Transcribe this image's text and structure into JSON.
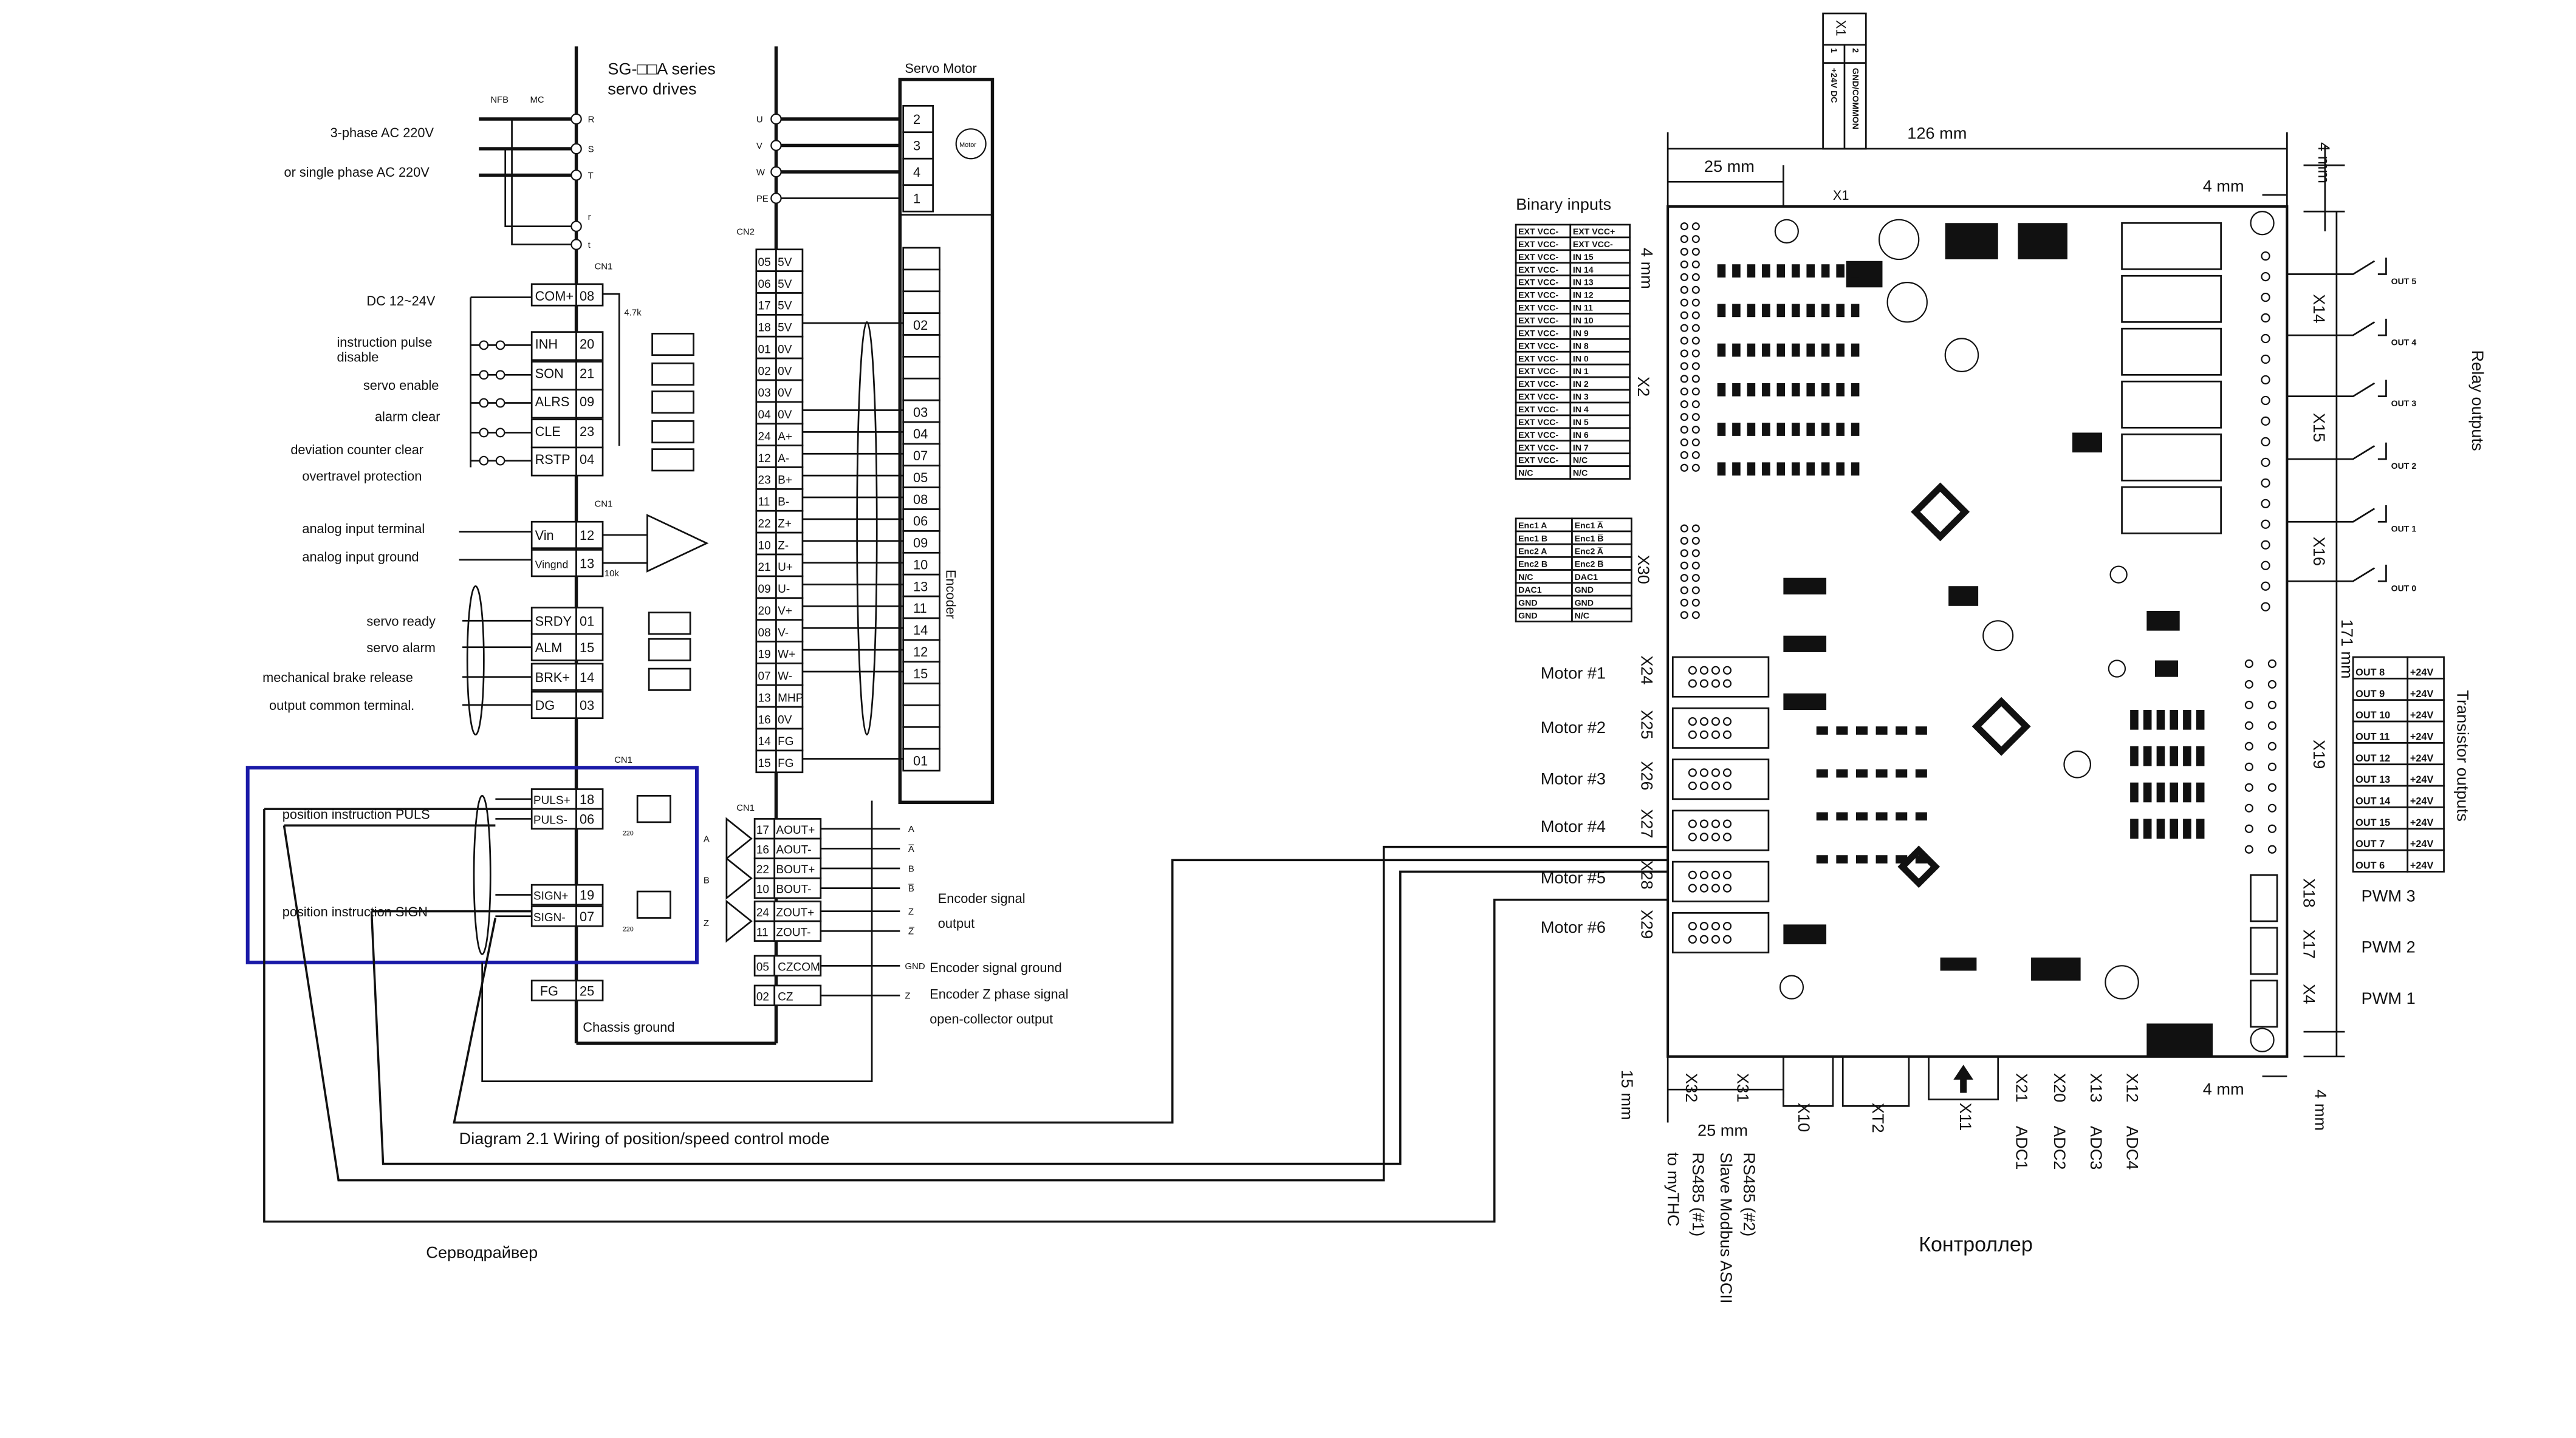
{
  "servo_drive": {
    "title_line1": "SG-□□A series",
    "title_line2": "servo drives",
    "power_label1": "3-phase AC 220V",
    "power_label2": "or single phase AC 220V",
    "nfb": "NFB",
    "mc": "MC",
    "terminals": [
      "R",
      "S",
      "T",
      "r",
      "t"
    ],
    "motor_terminals": [
      "U",
      "V",
      "W",
      "PE"
    ],
    "servo_motor_title": "Servo Motor",
    "motor_pins": [
      "2",
      "3",
      "4",
      "1"
    ],
    "motor_label": "Motor",
    "cn1": "CN1",
    "cn2": "CN2",
    "dc_label": "DC 12~24V",
    "resistor_47k": "4.7k",
    "inputs": [
      {
        "sig": "COM+",
        "pin": "08"
      },
      {
        "sig": "INH",
        "pin": "20"
      },
      {
        "sig": "SON",
        "pin": "21"
      },
      {
        "sig": "ALRS",
        "pin": "09"
      },
      {
        "sig": "CLE",
        "pin": "23"
      },
      {
        "sig": "RSTP",
        "pin": "04"
      }
    ],
    "input_labels": [
      "instruction pulse",
      "disable",
      "servo enable",
      "alarm clear",
      "deviation counter clear",
      "overtravel protection"
    ],
    "analog": [
      {
        "sig": "Vin",
        "pin": "12",
        "label": "analog input terminal"
      },
      {
        "sig": "Vingnd",
        "pin": "13",
        "label": "analog input ground"
      }
    ],
    "analog_resistor": "10k",
    "outputs": [
      {
        "sig": "SRDY",
        "pin": "01",
        "label": "servo ready"
      },
      {
        "sig": "ALM",
        "pin": "15",
        "label": "servo alarm"
      },
      {
        "sig": "BRK+",
        "pin": "14",
        "label": "mechanical brake release"
      },
      {
        "sig": "DG",
        "pin": "03",
        "label": "output common terminal."
      }
    ],
    "pulse": [
      {
        "sig": "PULS+",
        "pin": "18"
      },
      {
        "sig": "PULS-",
        "pin": "06"
      },
      {
        "sig": "SIGN+",
        "pin": "19"
      },
      {
        "sig": "SIGN-",
        "pin": "07"
      }
    ],
    "pulse_label": "position instruction PULS",
    "sign_label": "position instruction SIGN",
    "r220": "220",
    "fg": {
      "sig": "FG",
      "pin": "25"
    },
    "chassis_ground": "Chassis ground",
    "cn2_pins": [
      [
        "05",
        "5V"
      ],
      [
        "06",
        "5V"
      ],
      [
        "17",
        "5V"
      ],
      [
        "18",
        "5V"
      ],
      [
        "01",
        "0V"
      ],
      [
        "02",
        "0V"
      ],
      [
        "03",
        "0V"
      ],
      [
        "04",
        "0V"
      ],
      [
        "24",
        "A+"
      ],
      [
        "12",
        "A-"
      ],
      [
        "23",
        "B+"
      ],
      [
        "11",
        "B-"
      ],
      [
        "22",
        "Z+"
      ],
      [
        "10",
        "Z-"
      ],
      [
        "21",
        "U+"
      ],
      [
        "09",
        "U-"
      ],
      [
        "20",
        "V+"
      ],
      [
        "08",
        "V-"
      ],
      [
        "19",
        "W+"
      ],
      [
        "07",
        "W-"
      ],
      [
        "13",
        "MHP"
      ],
      [
        "16",
        "0V"
      ],
      [
        "14",
        "FG"
      ],
      [
        "15",
        "FG"
      ]
    ],
    "encoder_pins": [
      "",
      "",
      "",
      "02",
      "",
      "",
      "",
      "03",
      "04",
      "07",
      "05",
      "08",
      "06",
      "09",
      "10",
      "13",
      "11",
      "14",
      "12",
      "15",
      "",
      "",
      "",
      "01"
    ],
    "encoder_label": "Encoder",
    "enc_out": [
      {
        "pin": "17",
        "sig": "AOUT+",
        "out": "A"
      },
      {
        "pin": "16",
        "sig": "AOUT-",
        "out": "A̅"
      },
      {
        "pin": "22",
        "sig": "BOUT+",
        "out": "B"
      },
      {
        "pin": "10",
        "sig": "BOUT-",
        "out": "B̅"
      },
      {
        "pin": "24",
        "sig": "ZOUT+",
        "out": "Z"
      },
      {
        "pin": "11",
        "sig": "ZOUT-",
        "out": "Z̅"
      }
    ],
    "buffer_labels": [
      "A",
      "B",
      "Z"
    ],
    "czcom": {
      "pin": "05",
      "sig": "CZCOM",
      "out": "GND"
    },
    "cz": {
      "pin": "02",
      "sig": "CZ",
      "out": "Z"
    },
    "enc_signal_output": [
      "Encoder signal",
      "output"
    ],
    "enc_signal_ground": "Encoder signal ground",
    "enc_z": [
      "Encoder Z phase signal",
      "open-collector output"
    ],
    "caption": "Diagram 2.1 Wiring of position/speed control mode",
    "name": "Серводрайвер"
  },
  "controller": {
    "name": "Контроллер",
    "x1_table": {
      "title": "X1",
      "pins": [
        "1",
        "2"
      ],
      "signals": [
        "+24V DC",
        "GND/COMMON"
      ]
    },
    "dims": {
      "width": "126 mm",
      "left": "25 mm",
      "top_right": "4 mm",
      "top_right_v": "4 mm",
      "top_left_v": "4 mm",
      "height": "171 mm",
      "bot_right": "4 mm",
      "bot_right_v": "4 mm",
      "bot_left_v": "15 mm",
      "bot_left": "25 mm"
    },
    "binary_inputs_title": "Binary inputs",
    "binary_inputs": [
      [
        "EXT VCC-",
        "EXT VCC+"
      ],
      [
        "EXT VCC-",
        "EXT VCC-"
      ],
      [
        "EXT VCC-",
        "IN 15"
      ],
      [
        "EXT VCC-",
        "IN 14"
      ],
      [
        "EXT VCC-",
        "IN 13"
      ],
      [
        "EXT VCC-",
        "IN 12"
      ],
      [
        "EXT VCC-",
        "IN 11"
      ],
      [
        "EXT VCC-",
        "IN 10"
      ],
      [
        "EXT VCC-",
        "IN 9"
      ],
      [
        "EXT VCC-",
        "IN 8"
      ],
      [
        "EXT VCC-",
        "IN 0"
      ],
      [
        "EXT VCC-",
        "IN 1"
      ],
      [
        "EXT VCC-",
        "IN 2"
      ],
      [
        "EXT VCC-",
        "IN 3"
      ],
      [
        "EXT VCC-",
        "IN 4"
      ],
      [
        "EXT VCC-",
        "IN 5"
      ],
      [
        "EXT VCC-",
        "IN 6"
      ],
      [
        "EXT VCC-",
        "IN 7"
      ],
      [
        "EXT VCC-",
        "N/C"
      ],
      [
        "N/C",
        "N/C"
      ]
    ],
    "x30_table": [
      [
        "Enc1  A",
        "Enc1  A̅"
      ],
      [
        "Enc1  B",
        "Enc1  B̅"
      ],
      [
        "Enc2  A",
        "Enc2  A̅"
      ],
      [
        "Enc2  B",
        "Enc2  B̅"
      ],
      [
        "N/C",
        "DAC1"
      ],
      [
        "DAC1",
        "GND"
      ],
      [
        "GND",
        "GND"
      ],
      [
        "GND",
        "N/C"
      ]
    ],
    "connectors": {
      "x1": "X1",
      "x2": "X2",
      "x30": "X30",
      "x14": "X14",
      "x15": "X15",
      "x16": "X16",
      "x19": "X19",
      "x18": "X18",
      "x17": "X17",
      "x4": "X4",
      "x32": "X32",
      "x31": "X31",
      "x10": "X10",
      "xt2": "XT2",
      "x11": "X11",
      "x21": "X21",
      "x20": "X20",
      "x13": "X13",
      "x12": "X12"
    },
    "motors": [
      {
        "label": "Motor #1",
        "conn": "X24"
      },
      {
        "label": "Motor #2",
        "conn": "X25"
      },
      {
        "label": "Motor #3",
        "conn": "X26"
      },
      {
        "label": "Motor #4",
        "conn": "X27"
      },
      {
        "label": "Motor #5",
        "conn": "X28"
      },
      {
        "label": "Motor #6",
        "conn": "X29"
      }
    ],
    "relay_outputs_title": "Relay outputs",
    "relay_outputs": [
      "OUT 5",
      "OUT 4",
      "OUT 3",
      "OUT 2",
      "OUT 1",
      "OUT 0"
    ],
    "transistor_outputs_title": "Transistor outputs",
    "transistor_outputs": [
      [
        "OUT 8",
        "+24V"
      ],
      [
        "OUT 9",
        "+24V"
      ],
      [
        "OUT 10",
        "+24V"
      ],
      [
        "OUT 11",
        "+24V"
      ],
      [
        "OUT 12",
        "+24V"
      ],
      [
        "OUT 13",
        "+24V"
      ],
      [
        "OUT 14",
        "+24V"
      ],
      [
        "OUT 15",
        "+24V"
      ],
      [
        "OUT 7",
        "+24V"
      ],
      [
        "OUT 6",
        "+24V"
      ]
    ],
    "pwm": [
      "PWM 3",
      "PWM 2",
      "PWM 1"
    ],
    "adc": [
      "ADC1",
      "ADC2",
      "ADC3",
      "ADC4"
    ],
    "rs485": [
      "RS485 (#2)",
      "Slave Modbus ASCII",
      "RS485 (#1)",
      "to myTHC"
    ]
  },
  "colors": {
    "highlight_box": "#1a1aa8"
  }
}
